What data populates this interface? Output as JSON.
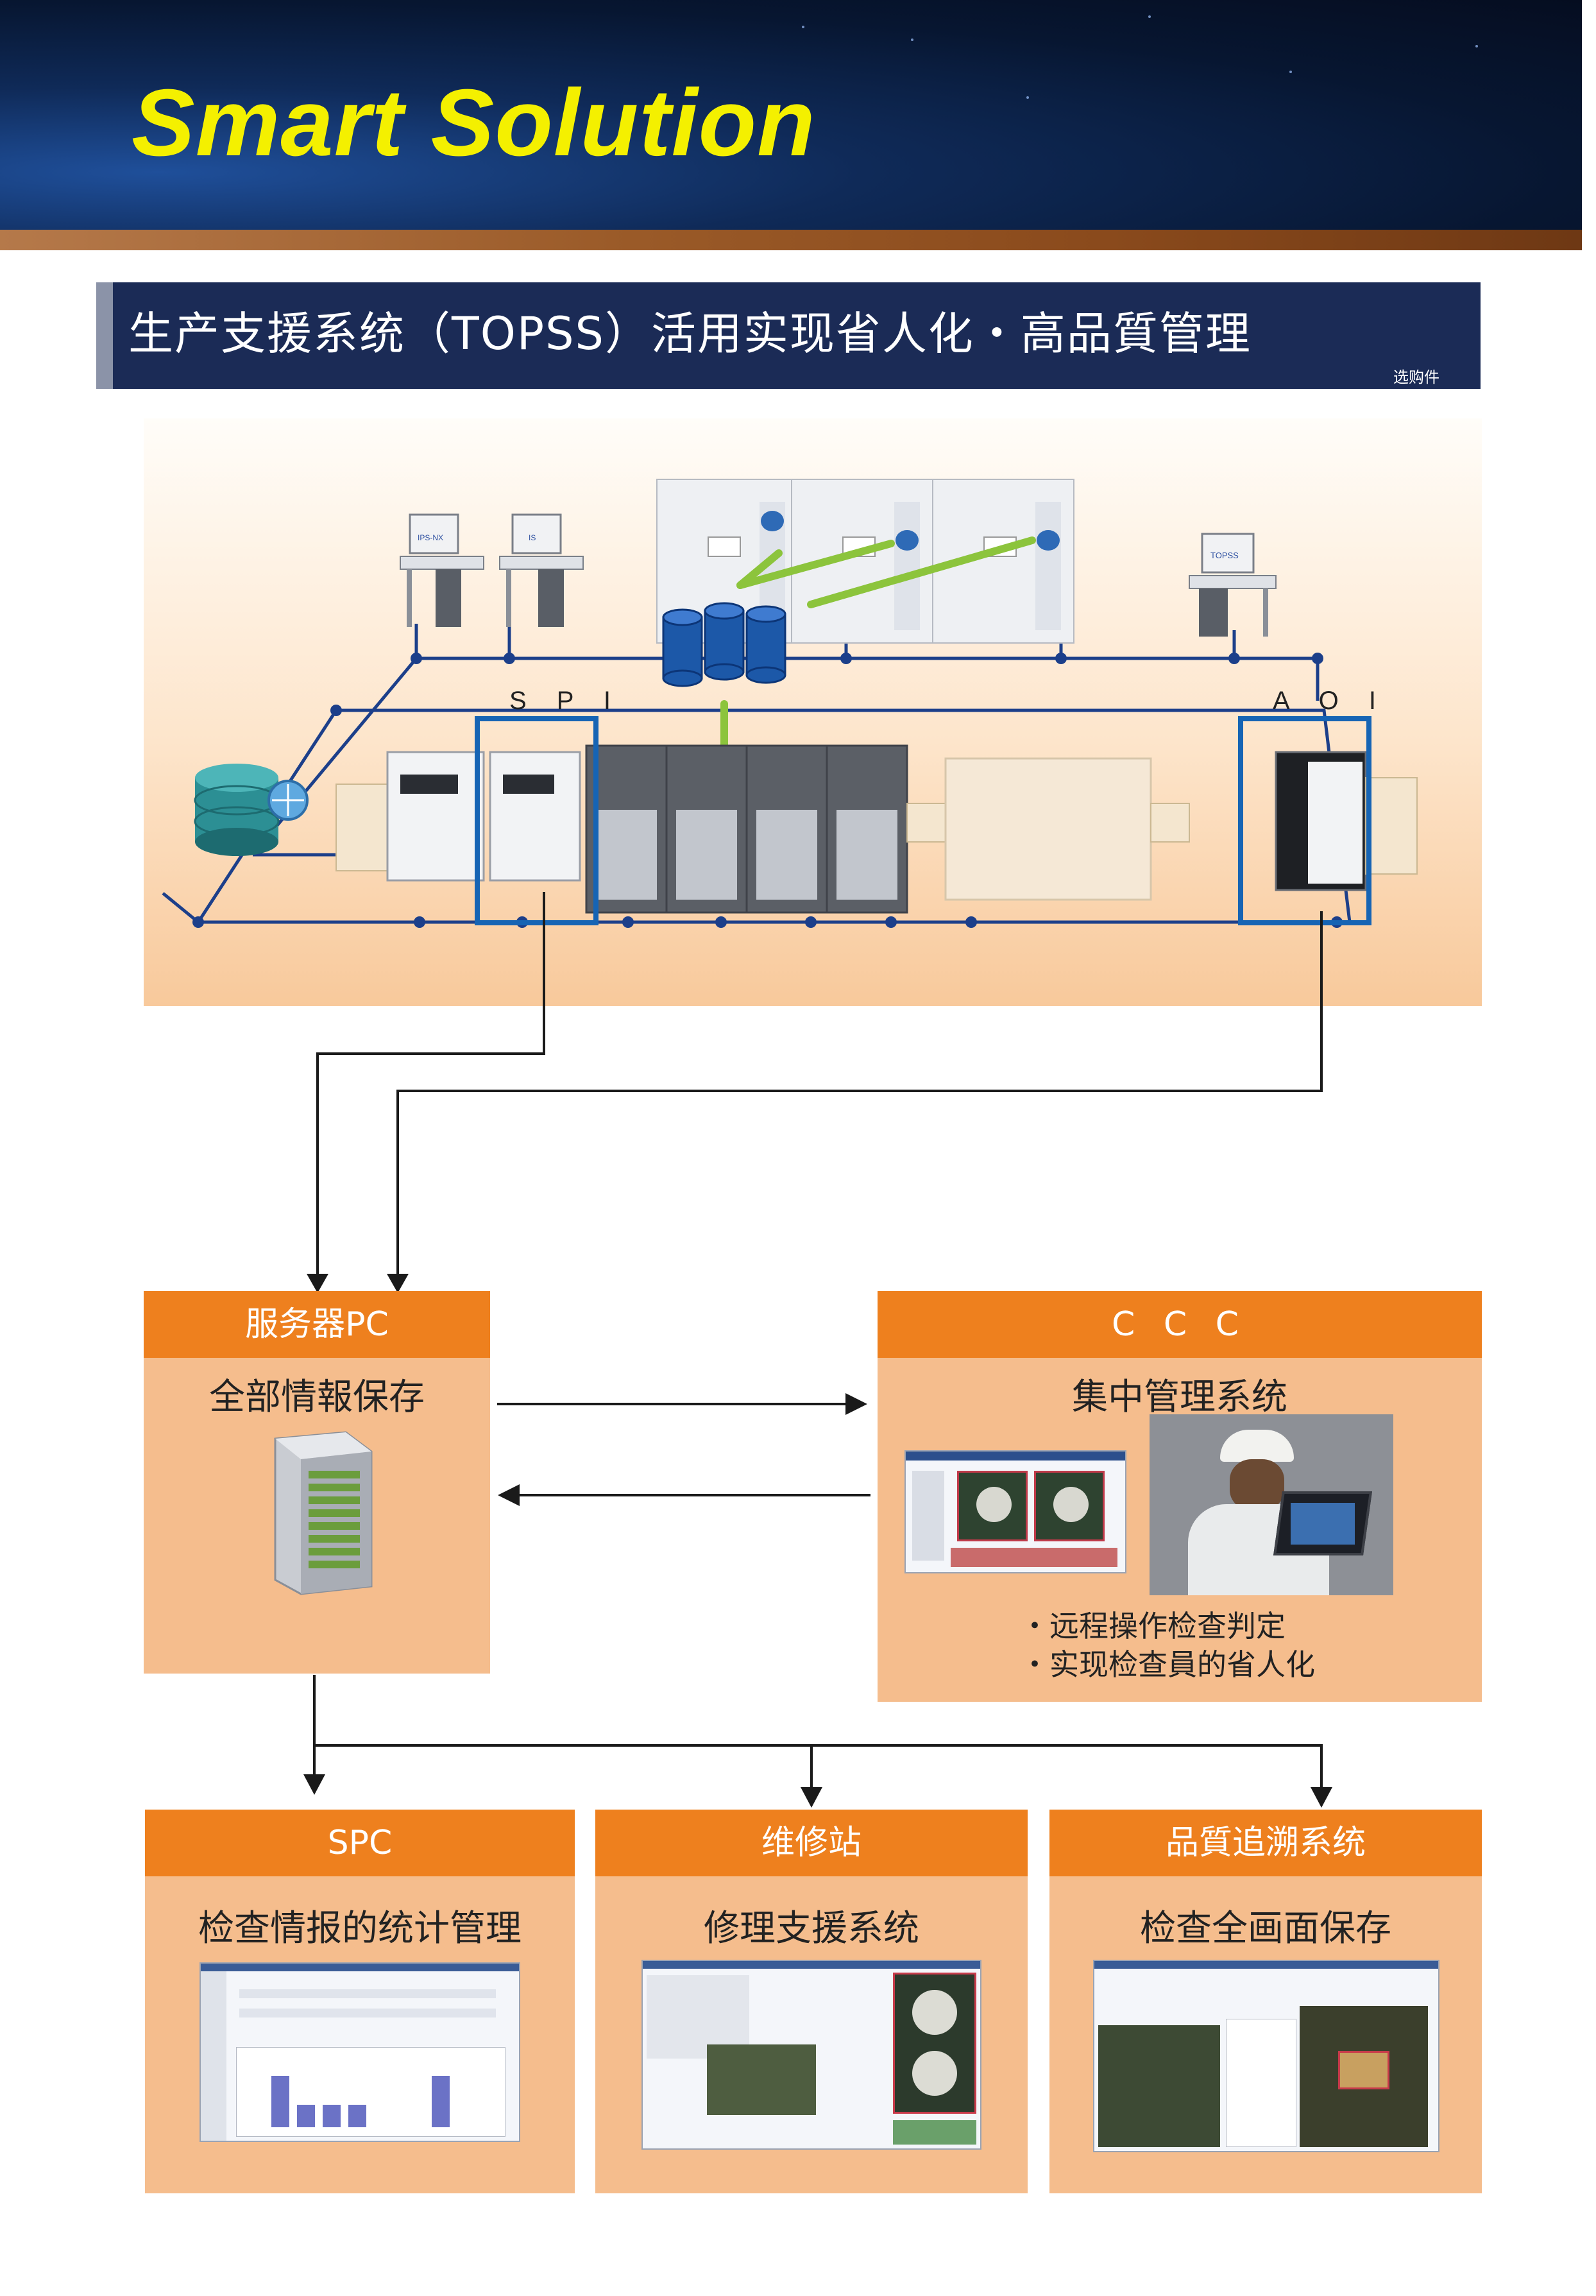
{
  "header": {
    "title": "Smart Solution"
  },
  "section": {
    "title": "生产支援系统（TOPSS）活用实现省人化・高品質管理",
    "note": "选购件"
  },
  "factory": {
    "spi_label": "S P I",
    "aoi_label": "A O I",
    "pc_labels": [
      "IPS-NX",
      "IS",
      "TOPSS"
    ]
  },
  "server_box": {
    "header": "服务器PC",
    "subtitle": "全部情報保存"
  },
  "ccc_box": {
    "header": "C C C",
    "subtitle": "集中管理系统",
    "bullets": [
      "・远程操作检查判定",
      "・实现检查員的省人化"
    ]
  },
  "spc_box": {
    "header": "SPC",
    "subtitle": "检查情报的统计管理"
  },
  "repair_box": {
    "header": "维修站",
    "subtitle": "修理支援系统"
  },
  "trace_box": {
    "header": "品質追溯系统",
    "subtitle": "检查全画面保存"
  },
  "colors": {
    "header_bg": "#0b1d40",
    "title_yellow": "#f4f000",
    "section_bar": "#1b2b56",
    "box_header_orange": "#ee801e",
    "box_body_peach": "#f5bd8d",
    "network_blue": "#1c3f8a",
    "frame_blue": "#1664b4",
    "arrow_green": "#8cc43c"
  }
}
